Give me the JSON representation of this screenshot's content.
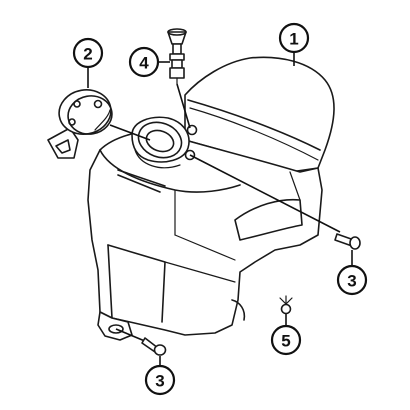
{
  "callouts": [
    {
      "id": "1",
      "label": "1"
    },
    {
      "id": "2",
      "label": "2"
    },
    {
      "id": "3a",
      "label": "3"
    },
    {
      "id": "3b",
      "label": "3"
    },
    {
      "id": "4",
      "label": "4"
    },
    {
      "id": "5",
      "label": "5"
    }
  ],
  "colors": {
    "line": "#1a1a1a",
    "background": "#ffffff"
  }
}
